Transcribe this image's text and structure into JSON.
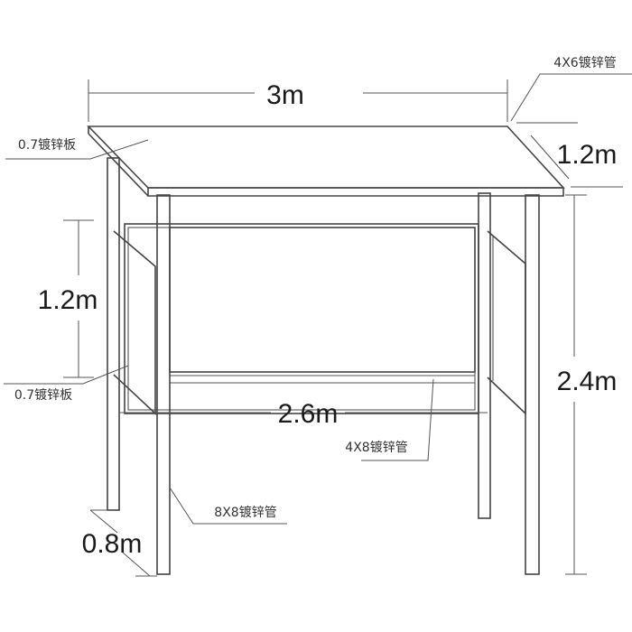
{
  "dimensions": {
    "top_width": "3m",
    "top_depth": "1.2m",
    "panel_height": "1.2m",
    "total_height": "2.4m",
    "inner_width": "2.6m",
    "leg_spacing": "0.8m"
  },
  "materials": {
    "top_tube": "4X6镀锌管",
    "top_sheet": "0.7镀锌板",
    "side_sheet": "0.7镀锌板",
    "brace_tube": "4X8镀锌管",
    "leg_tube": "8X8镀锌管"
  },
  "colors": {
    "line": "#444444",
    "text": "#1a1a1a"
  }
}
